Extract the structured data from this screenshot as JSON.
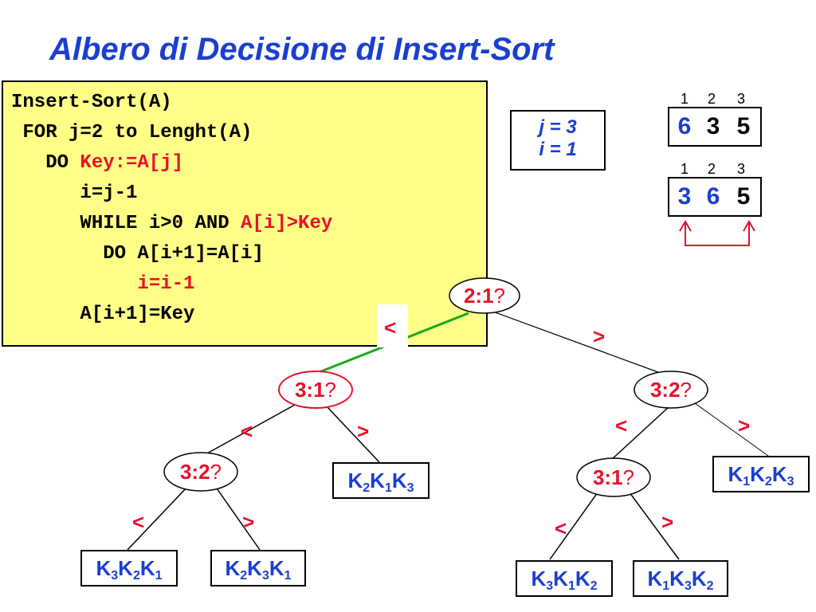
{
  "title": "Albero di Decisione di Insert-Sort",
  "code": {
    "l1": "Insert-Sort(A)",
    "l2": " FOR j=2 to Lenght(A)",
    "l3_pre": "   DO ",
    "l3_red": "Key:=A[j]",
    "l4": "      i=j-1",
    "l5_pre": "      WHILE i>0 AND ",
    "l5_red": "A[i]>Key",
    "l6": "        DO A[i+1]=A[i]",
    "l7_red": "           i=i-1",
    "l8": "      A[i+1]=Key"
  },
  "state": {
    "j_line": "j = 3",
    "i_line": "i = 1"
  },
  "array_top": {
    "indices": [
      "1",
      "2",
      "3"
    ],
    "values": [
      "6",
      "3",
      "5"
    ]
  },
  "array_bottom": {
    "indices": [
      "1",
      "2",
      "3"
    ],
    "values": [
      "3",
      "6",
      "5"
    ]
  },
  "nodes": {
    "root": {
      "cmp": "2:1",
      "q": "?"
    },
    "left": {
      "cmp": "3:1",
      "q": "?"
    },
    "right": {
      "cmp": "3:2",
      "q": "?"
    },
    "left_left": {
      "cmp": "3:2",
      "q": "?"
    },
    "right_left": {
      "cmp": "3:1",
      "q": "?"
    }
  },
  "edge_labels": {
    "less": "<",
    "greater": ">"
  },
  "leaves": {
    "l1": [
      "3",
      "2",
      "1"
    ],
    "l2": [
      "2",
      "3",
      "1"
    ],
    "l3": [
      "2",
      "1",
      "3"
    ],
    "l4": [
      "3",
      "1",
      "2"
    ],
    "l5": [
      "1",
      "3",
      "2"
    ],
    "l6": [
      "1",
      "2",
      "3"
    ]
  },
  "leaf_letter": "K",
  "colors": {
    "title": "#1a3fd0",
    "code_bg": "#ffff88",
    "red": "#e8102a",
    "blue": "#1a3fd0",
    "green": "#18a818"
  }
}
